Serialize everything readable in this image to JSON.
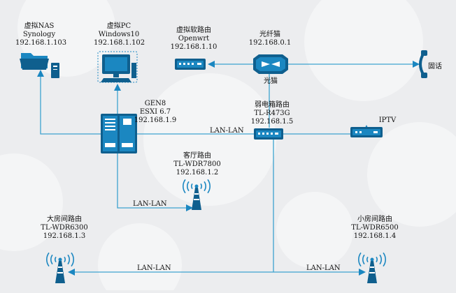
{
  "colors": {
    "background": "#ecedef",
    "line": "#3da3cf",
    "device": "#1b87c1",
    "device_dark": "#0f5f8e"
  },
  "nodes": {
    "nas": {
      "name": "虚拟NAS",
      "model": "Synology",
      "ip": "192.168.1.103",
      "icon": "folder-storage-icon"
    },
    "pc": {
      "name": "虚拟PC",
      "model": "Windows10",
      "ip": "192.168.1.102",
      "icon": "desktop-computer-icon"
    },
    "soft": {
      "name": "虚拟软路由",
      "model": "Openwrt",
      "ip": "192.168.1.10",
      "icon": "router-icon"
    },
    "modem": {
      "name": "光纤猫",
      "ip": "192.168.0.1",
      "caption": "光猫",
      "icon": "optical-modem-icon"
    },
    "phone": {
      "name": "固话",
      "icon": "telephone-icon"
    },
    "gen8": {
      "name": "GEN8",
      "model": "ESXI 6.7",
      "ip": "192.168.1.9",
      "icon": "server-icon"
    },
    "weak": {
      "name": "弱电箱路由",
      "model": "TL-R473G",
      "ip": "192.168.1.5",
      "icon": "switch-router-icon"
    },
    "iptv": {
      "name": "IPTV",
      "icon": "set-top-box-icon"
    },
    "living": {
      "name": "客厅路由",
      "model": "TL-WDR7800",
      "ip": "192.168.1.2",
      "icon": "wireless-antenna-icon"
    },
    "big": {
      "name": "大房间路由",
      "model": "TL-WDR6300",
      "ip": "192.168.1.3",
      "icon": "wireless-antenna-icon"
    },
    "small": {
      "name": "小房间路由",
      "model": "TL-WDR6500",
      "ip": "192.168.1.4",
      "icon": "wireless-antenna-icon"
    }
  },
  "edges": {
    "gen8_weak": "LAN-LAN",
    "gen8_living": "LAN-LAN",
    "big_bottom": "LAN-LAN",
    "small_bottom": "LAN-LAN"
  }
}
